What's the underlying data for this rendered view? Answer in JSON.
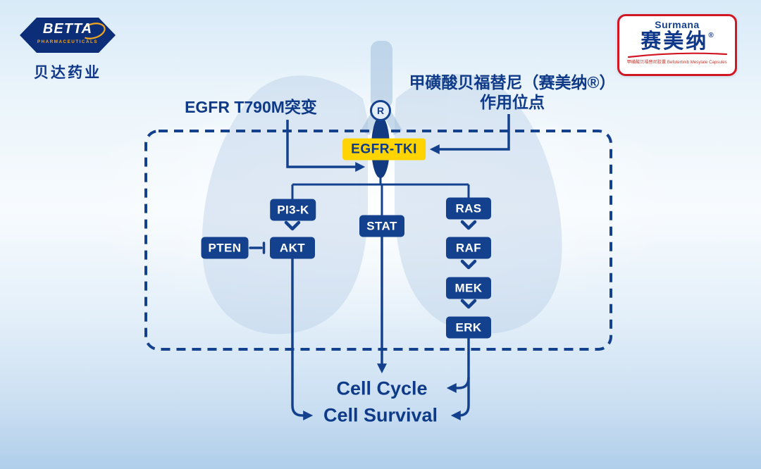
{
  "branding": {
    "betta": {
      "name": "BETTA",
      "subtitle": "PHARMACEUTICALS",
      "chinese": "贝达药业"
    },
    "surmana": {
      "english": "Surmana",
      "chinese": "赛美纳",
      "reg": "®",
      "tagline": "甲磺酸贝福替尼胶囊 Befotertinib Mesylate Capsules"
    }
  },
  "annotations": {
    "mutation_label": "EGFR T790M突变",
    "drug_site_line1": "甲磺酸贝福替尼（赛美纳®）",
    "drug_site_line2": "作用位点",
    "receptor_label": "R",
    "inhibitor_label": "EGFR-TKI"
  },
  "pathway": {
    "pi3k": "PI3-K",
    "stat": "STAT",
    "ras": "RAS",
    "pten": "PTEN",
    "akt": "AKT",
    "raf": "RAF",
    "mek": "MEK",
    "erk": "ERK"
  },
  "outcomes": {
    "cell_cycle": "Cell Cycle",
    "cell_survival": "Cell Survival"
  },
  "colors": {
    "navy": "#14418e",
    "yellow": "#ffd400",
    "red": "#d21724",
    "gold": "#f2a71f",
    "background_top": "#d8eaf8",
    "background_bottom": "#afceea"
  }
}
